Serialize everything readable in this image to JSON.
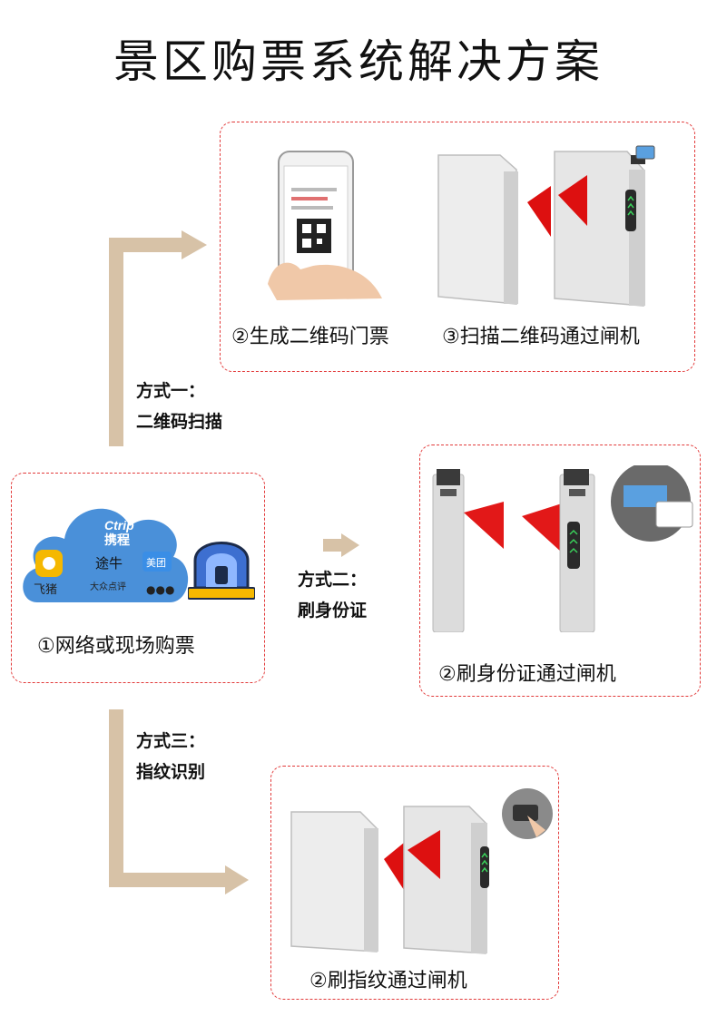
{
  "title": "景区购票系统解决方案",
  "purchase": {
    "caption": "①网络或现场购票",
    "logos": {
      "ctrip_en": "Ctrip",
      "ctrip_cn": "携程",
      "tuniu": "途牛",
      "meituan": "美团",
      "feizhu": "飞猪",
      "dianping": "大众点评",
      "more": "●●●"
    }
  },
  "method1": {
    "line1": "方式一：",
    "line2": "二维码扫描"
  },
  "method2": {
    "line1": "方式二：",
    "line2": "刷身份证"
  },
  "method3": {
    "line1": "方式三：",
    "line2": "指纹识别"
  },
  "qr_panel": {
    "caption_generate": "②生成二维码门票",
    "caption_scan": "③扫描二维码通过闸机"
  },
  "id_panel": {
    "caption": "②刷身份证通过闸机"
  },
  "fp_panel": {
    "caption": "②刷指纹通过闸机"
  },
  "colors": {
    "accent_red": "#e23a3a",
    "arrow_tan": "#d7c2a7",
    "cloud_blue": "#4a90d9",
    "lamp_yellow": "#f5b800"
  }
}
